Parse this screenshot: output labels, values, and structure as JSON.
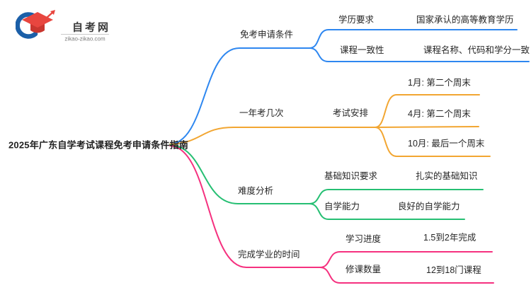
{
  "logo": {
    "site_name": "自考网",
    "site_url": "zikao-zikao.com"
  },
  "mindmap": {
    "root": "2025年广东自学考试课程免考申请条件指南",
    "branches": [
      {
        "label": "免考申请条件",
        "color": "#2E87F0",
        "children": [
          {
            "label": "学历要求",
            "value": "国家承认的高等教育学历"
          },
          {
            "label": "课程一致性",
            "value": "课程名称、代码和学分一致"
          }
        ]
      },
      {
        "label": "一年考几次",
        "color": "#F2A632",
        "children": [
          {
            "label": "考试安排",
            "items": [
              "1月: 第二个周末",
              "4月: 第二个周末",
              "10月: 最后一个周末"
            ]
          }
        ]
      },
      {
        "label": "难度分析",
        "color": "#26BF73",
        "children": [
          {
            "label": "基础知识要求",
            "value": "扎实的基础知识"
          },
          {
            "label": "自学能力",
            "value": "良好的自学能力"
          }
        ]
      },
      {
        "label": "完成学业的时间",
        "color": "#F5317F",
        "children": [
          {
            "label": "学习进度",
            "value": "1.5到2年完成"
          },
          {
            "label": "修课数量",
            "value": "12到18门课程"
          }
        ]
      }
    ]
  }
}
